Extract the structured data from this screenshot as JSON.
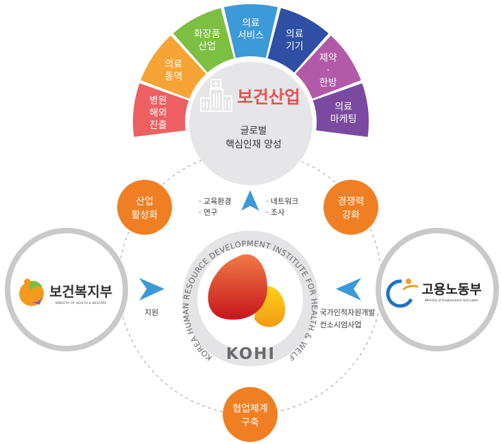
{
  "hub": {
    "title": "보건산업",
    "subtitle_lines": [
      "글로벌",
      "핵심인재 양성"
    ],
    "icon": "hospital-building-icon",
    "sectors": [
      {
        "lines": [
          "병원",
          "해외",
          "진출"
        ],
        "color": "#ee5f62"
      },
      {
        "lines": [
          "의료",
          "통역"
        ],
        "color": "#f5a435"
      },
      {
        "lines": [
          "화장품",
          "산업"
        ],
        "color": "#7cbf41"
      },
      {
        "lines": [
          "의료",
          "서비스"
        ],
        "color": "#3d9ad8"
      },
      {
        "lines": [
          "의료",
          "기기"
        ],
        "color": "#2e4fa3"
      },
      {
        "lines": [
          "제약",
          "·",
          "한방"
        ],
        "color": "#b25aa8"
      },
      {
        "lines": [
          "의료",
          "마케팅"
        ],
        "color": "#7a4aa0"
      }
    ]
  },
  "orange_nodes": [
    {
      "lines": [
        "산업",
        "활성화"
      ]
    },
    {
      "lines": [
        "경쟁력",
        "강화"
      ]
    },
    {
      "lines": [
        "협업체계",
        "구축"
      ]
    }
  ],
  "up_arrow_labels": {
    "left": [
      "· 교육환경",
      "· 연구"
    ],
    "right": [
      "· 네트워크",
      "· 조사"
    ]
  },
  "left_partner": {
    "name": "보건복지부",
    "english": "MINISTRY OF HEALTH & WELFARE",
    "arrow_label": "지원"
  },
  "right_partner": {
    "name": "고용노동부",
    "english": "Ministry of Employment and Labor",
    "arrow_label_lines": [
      "국가인적자원개발",
      "컨소시엄사업"
    ]
  },
  "center": {
    "ring_text": "KOREA HUMAN RESOURCE DEVELOPMENT INSTITUTE FOR HEALTH & WELFARE",
    "logo_text": "KOHI"
  },
  "colors": {
    "orange": "#f07f23",
    "arrow_blue": "#3a9ad9",
    "gray_ring": "#c9c9cb",
    "hub_title": "#ef4f4f"
  }
}
